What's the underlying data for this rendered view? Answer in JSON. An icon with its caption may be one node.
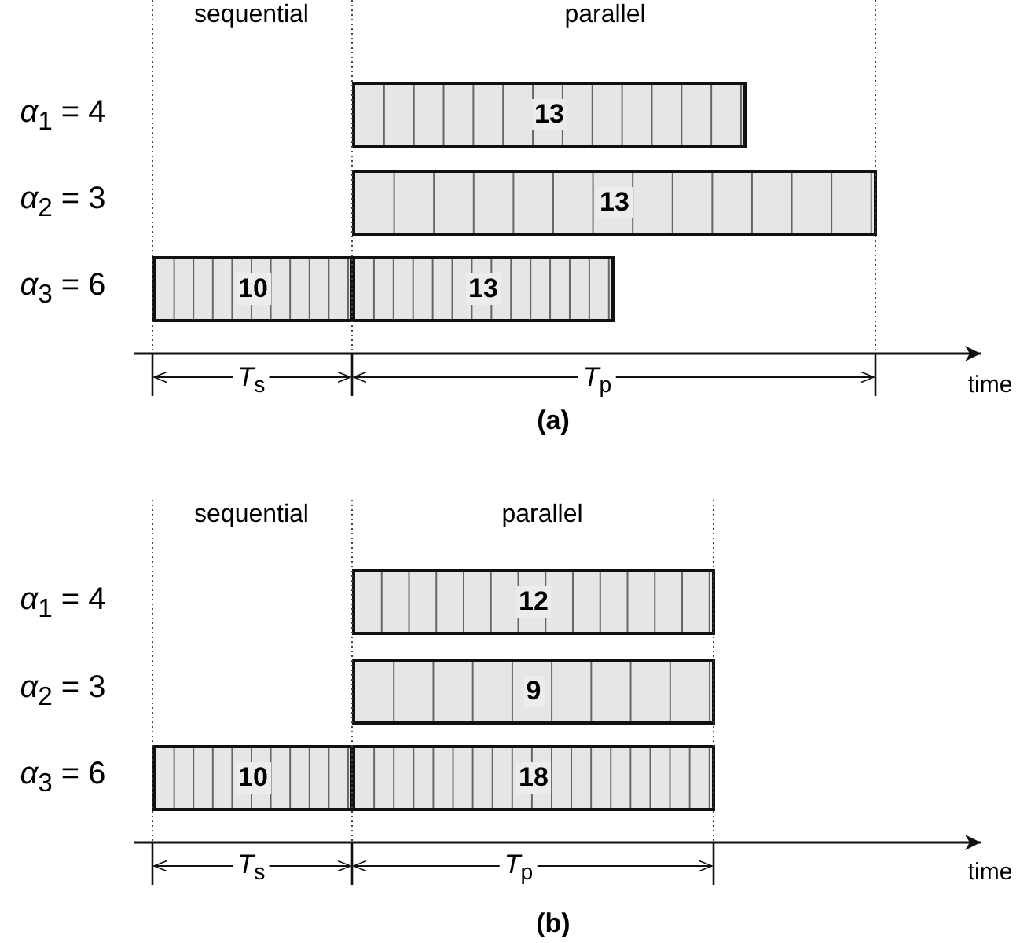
{
  "diagram": {
    "nodes": [
      {
        "text": [
          "13"
        ]
      },
      {
        "text": [
          "13"
        ]
      },
      {
        "text": [
          "10"
        ]
      },
      {
        "text": [
          "13"
        ]
      },
      {
        "text": [
          "12"
        ]
      },
      {
        "text": [
          "9"
        ]
      },
      {
        "text": [
          "10"
        ]
      },
      {
        "text": [
          "18"
        ]
      }
    ],
    "labels": [
      "sequential",
      "parallel",
      "*α*$_{1}$ = 4",
      "*α*$_{2}$ = 3",
      "*α*$_{3}$ = 6",
      "*T*$_{s}$",
      "*T*$_{p}$",
      "time",
      "(a)",
      "sequential",
      "parallel",
      "*α*$_{1}$ = 4",
      "*α*$_{2}$ = 3",
      "*α*$_{3}$ = 6",
      "*T*$_{s}$",
      "*T*$_{p}$",
      "time",
      "(b)"
    ]
  }
}
